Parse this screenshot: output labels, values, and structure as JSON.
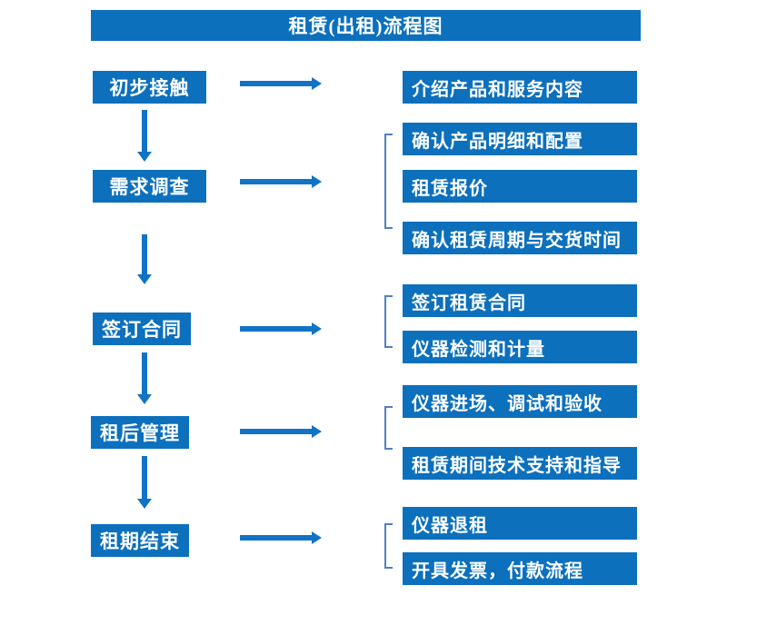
{
  "title": "租赁(出租)流程图",
  "colors": {
    "box_blue": "#0c70bd",
    "arrow_blue": "#1173c5",
    "bracket_blue": "#4f81bd",
    "text": "#ffffff",
    "background": "#ffffff"
  },
  "flow": {
    "type": "flowchart",
    "steps": [
      {
        "label": "初步接触",
        "outputs": [
          "介绍产品和服务内容"
        ]
      },
      {
        "label": "需求调查",
        "outputs": [
          "确认产品明细和配置",
          "租赁报价",
          "确认租赁周期与交货时间"
        ]
      },
      {
        "label": "签订合同",
        "outputs": [
          "签订租赁合同",
          "仪器检测和计量"
        ]
      },
      {
        "label": "租后管理",
        "outputs": [
          "仪器进场、调试和验收",
          "租赁期间技术支持和指导"
        ]
      },
      {
        "label": "租期结束",
        "outputs": [
          "仪器退租",
          "开具发票，付款流程"
        ]
      }
    ]
  }
}
